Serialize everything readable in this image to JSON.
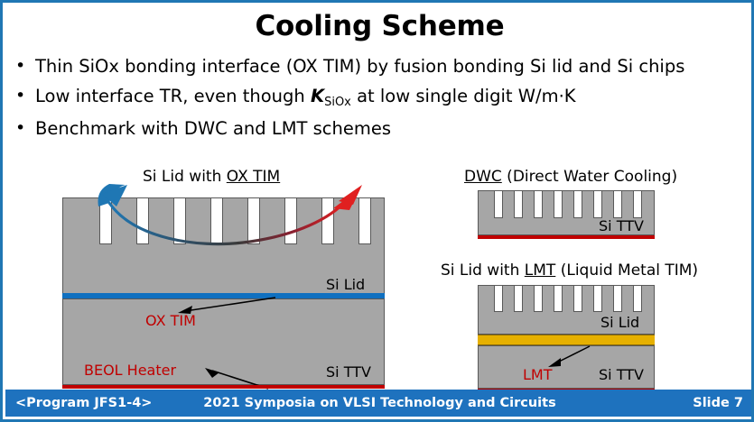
{
  "slide": {
    "title": "Cooling Scheme",
    "border_color": "#2077b4",
    "background": "#ffffff"
  },
  "bullets": [
    {
      "marker": "•",
      "pre": "Thin SiOx bonding interface (OX TIM) by fusion bonding Si lid and Si chips"
    },
    {
      "marker": "•",
      "pre": "Low interface TR, even though ",
      "symbol": "K",
      "subscript": "SiOx",
      "post": " at low single digit W/m·K"
    },
    {
      "marker": "•",
      "pre": "Benchmark with DWC and LMT schemes"
    }
  ],
  "diagrams": {
    "ox_tim": {
      "heading_pre": "Si Lid with ",
      "heading_underlined": "OX TIM",
      "label_si_lid": "Si Lid",
      "label_si_ttv": "Si TTV",
      "label_ox_tim": "OX TIM",
      "label_beol_heater": "BEOL Heater",
      "fin_count": 8,
      "colors": {
        "body": "#a6a6a6",
        "outline": "#595959",
        "fin": "#ffffff",
        "ox_tim_band": "#1070c0",
        "beol_heater_line": "#c00000",
        "arrow_cold": "#1f77b4",
        "arrow_hot": "#e02020"
      }
    },
    "dwc": {
      "heading_underlined": "DWC",
      "heading_post": " (Direct Water Cooling)",
      "label_si_ttv": "Si TTV",
      "fin_count": 8,
      "colors": {
        "body": "#a6a6a6",
        "outline": "#595959",
        "fin": "#ffffff",
        "heater_line": "#c00000"
      }
    },
    "lmt": {
      "heading_pre": "Si Lid with ",
      "heading_underlined": "LMT",
      "heading_post": " (Liquid Metal TIM)",
      "label_si_lid": "Si Lid",
      "label_si_ttv": "Si TTV",
      "label_lmt": "LMT",
      "fin_count": 8,
      "colors": {
        "body": "#a6a6a6",
        "outline": "#595959",
        "fin": "#ffffff",
        "lmt_band": "#e6b000",
        "heater_line": "#c00000"
      }
    }
  },
  "footer": {
    "program": "<Program JFS1-4>",
    "conference": "2021 Symposia on VLSI Technology and Circuits",
    "slide_number": "Slide 7",
    "background": "#1e72be"
  }
}
